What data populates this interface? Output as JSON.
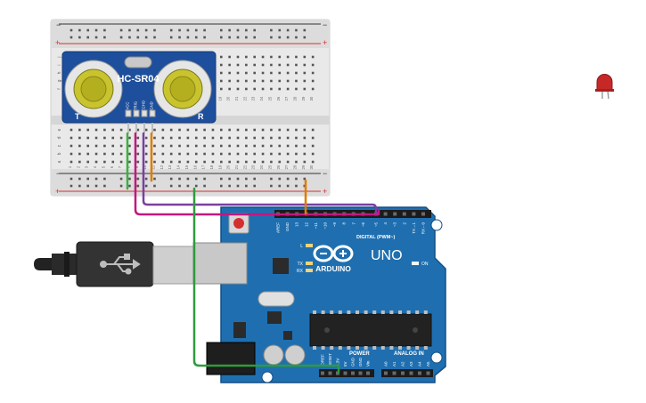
{
  "sensor": {
    "model": "HC-SR04",
    "pins": [
      "VCC",
      "TRIG",
      "ECHO",
      "GND"
    ],
    "corner_left": "T",
    "corner_right": "R"
  },
  "breadboard": {
    "column_numbers": [
      "1",
      "2",
      "3",
      "4",
      "5",
      "6",
      "7",
      "8",
      "9",
      "10",
      "11",
      "12",
      "13",
      "14",
      "15",
      "16",
      "17",
      "18",
      "19",
      "20",
      "21",
      "22",
      "23",
      "24",
      "25",
      "26",
      "27",
      "28",
      "29",
      "30"
    ],
    "rows_top": [
      "j",
      "i",
      "h",
      "g",
      "f"
    ],
    "rows_bottom": [
      "e",
      "d",
      "c",
      "b",
      "a"
    ],
    "rail_minus": "−",
    "rail_plus": "+"
  },
  "arduino": {
    "brand": "ARDUINO",
    "model": "UNO",
    "digital_label": "DIGITAL (PWM~)",
    "digital_pins": [
      "AREF",
      "GND",
      "13",
      "12",
      "~11",
      "~10",
      "~9",
      "8",
      "7",
      "~6",
      "~5",
      "4",
      "~3",
      "2",
      "TX→1",
      "RX←0"
    ],
    "power_label": "POWER",
    "power_pins": [
      "IOREF",
      "RESET",
      "3.3V",
      "5V",
      "GND",
      "GND",
      "Vin"
    ],
    "analog_label": "ANALOG IN",
    "analog_pins": [
      "A0",
      "A1",
      "A2",
      "A3",
      "A4",
      "A5"
    ],
    "leds": [
      "L",
      "TX",
      "RX"
    ],
    "on_label": "ON"
  },
  "usb": {
    "icon": "usb-icon"
  },
  "components": {
    "led": {
      "color": "#c62828"
    }
  },
  "wires": {
    "colors": {
      "green": "#3cb043",
      "magenta": "#c2187f",
      "purple": "#7b3fa0",
      "orange": "#e07b00",
      "green2": "#2e9b3c"
    }
  },
  "colors": {
    "board": "#1f6fb0",
    "board_dark": "#134f85",
    "breadboard": "#eeeeee",
    "sensor": "#1e4f9c",
    "rail_red": "#d32f2f",
    "rail_black": "#333333"
  }
}
